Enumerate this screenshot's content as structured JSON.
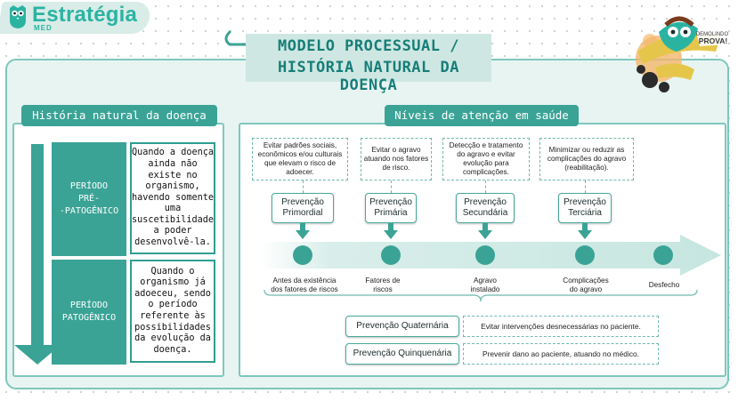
{
  "logo": {
    "name": "Estratégia",
    "sub": "MED"
  },
  "title": {
    "line1": "MODELO PROCESSUAL /",
    "line2": "HISTÓRIA NATURAL DA DOENÇA"
  },
  "mascot": {
    "badge": "DEMOLINDO PROVA!"
  },
  "left": {
    "header": "História natural da doença",
    "periods": [
      {
        "label_lines": [
          "PERÍODO",
          "PRÉ-",
          "-PATOGÊNICO"
        ],
        "description": "Quando a doença ainda não existe no organismo, havendo somente uma suscetibilidade a poder desenvolvê-la."
      },
      {
        "label_lines": [
          "PERÍODO",
          "PATOGÊNICO"
        ],
        "description": "Quando o organismo já adoeceu, sendo o período referente às possibilidades da evolução da doença."
      }
    ]
  },
  "right": {
    "header": "Níveis de atenção em saúde",
    "goals": [
      "Evitar padrões sociais, econômicos e/ou culturais que elevam o risco de adoecer.",
      "Evitar o agravo atuando nos fatores de risco.",
      "Detecção e tratamento do agravo e evitar evolução para complicações.",
      "Minimizar ou reduzir as complicações do agravo (reabilitação)."
    ],
    "levels": [
      [
        "Prevenção",
        "Primordial"
      ],
      [
        "Prevenção",
        "Primária"
      ],
      [
        "Prevenção",
        "Secundária"
      ],
      [
        "Prevenção",
        "Terciária"
      ]
    ],
    "stages": [
      [
        "Antes da existência",
        "dos fatores de riscos"
      ],
      [
        "Fatores de",
        "riscos"
      ],
      [
        "Agravo",
        "instalado"
      ],
      [
        "Complicações",
        "do agravo"
      ],
      [
        "Desfecho"
      ]
    ],
    "extra_levels": [
      {
        "label": "Prevenção Quaternária",
        "description": "Evitar intervenções desnecessárias no paciente."
      },
      {
        "label": "Prevenção Quinquenária",
        "description": "Prevenir dano ao paciente, atuando no médico."
      }
    ]
  },
  "colors": {
    "teal": "#3aa396",
    "teal_dark": "#177e78",
    "frame_bg": "#e8f4f2",
    "band": "#d6ece8"
  }
}
